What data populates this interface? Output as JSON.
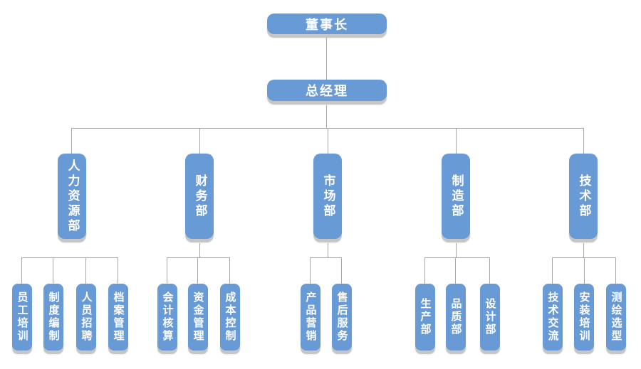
{
  "org": {
    "root": {
      "label": "董事长"
    },
    "gm": {
      "label": "总经理"
    },
    "departments": [
      {
        "label": "人力资源部",
        "children": [
          "员工培训",
          "制度编制",
          "人员招聘",
          "档案管理"
        ]
      },
      {
        "label": "财务部",
        "children": [
          "会计核算",
          "资金管理",
          "成本控制"
        ]
      },
      {
        "label": "市场部",
        "children": [
          "产品营销",
          "售后服务"
        ]
      },
      {
        "label": "制造部",
        "children": [
          "生产部",
          "品质部",
          "设计部"
        ]
      },
      {
        "label": "技术部",
        "children": [
          "技术交流",
          "安装培训",
          "测绘选型"
        ]
      }
    ],
    "colors": {
      "node_fill": "#689AD6",
      "node_text": "#FFFFFF",
      "node_shadow": "#C6C6C6",
      "connector": "#A8A8A8",
      "background": "#FFFFFF"
    }
  }
}
